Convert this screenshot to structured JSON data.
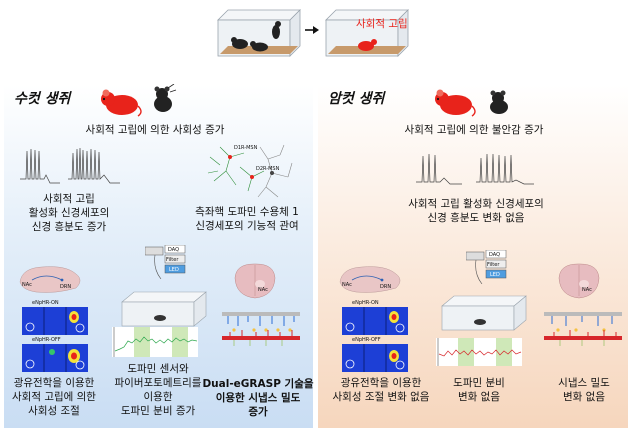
{
  "top": {
    "isolation_label": "사회적 고립"
  },
  "male": {
    "title": "수컷 생쥐",
    "sociability": "사회적 고립에 의한 사회성 증가",
    "neuron_activity": [
      "사회적 고립",
      "활성화 신경세포의",
      "신경 흥분도 증가"
    ],
    "d1r_label": "D1R-MSN",
    "d2r_label": "D2R-MSN",
    "d1r_role": [
      "측좌핵 도파민 수용체 1",
      "신경세포의 기능적 관여"
    ],
    "nac_label": "NAc",
    "drn_label": "DRN",
    "enphr_on": "eNpHR-ON",
    "enphr_off": "eNpHR-OFF",
    "optogenetics": [
      "광유전학을 이용한",
      "사회적 고립에 의한",
      "사회성 조절"
    ],
    "daq": "DAQ",
    "filter": "Filter",
    "led": "LED",
    "dopamine": [
      "도파민 센서와",
      "파이버포토메트리를",
      "이용한",
      "도파민 분비 증가"
    ],
    "nac_core": "NAc",
    "synapse": [
      "Dual-eGRASP 기술을",
      "이용한 시냅스 밀도",
      "증가"
    ]
  },
  "female": {
    "title": "암컷 생쥐",
    "anxiety": "사회적 고립에 의한 불안감 증가",
    "neuron_activity": [
      "사회적 고립 활성화 신경세포의",
      "신경 흥분도 변화 없음"
    ],
    "nac_label": "NAc",
    "drn_label": "DRN",
    "enphr_on": "eNpHR-ON",
    "enphr_off": "eNpHR-OFF",
    "optogenetics": [
      "광유전학을 이용한",
      "사회성 조절 변화 없음"
    ],
    "daq": "DAQ",
    "filter": "Filter",
    "led": "LED",
    "dopamine": [
      "도파민 분비",
      "변화 없음"
    ],
    "nac_core": "NAc",
    "synapse": [
      "시냅스 밀도",
      "변화 없음"
    ]
  },
  "colors": {
    "mouse_red": "#e8231b",
    "mouse_black": "#222222",
    "trace_green": "#2fa84f",
    "trace_red": "#d7262b",
    "highlight": "#cfe8b8"
  }
}
